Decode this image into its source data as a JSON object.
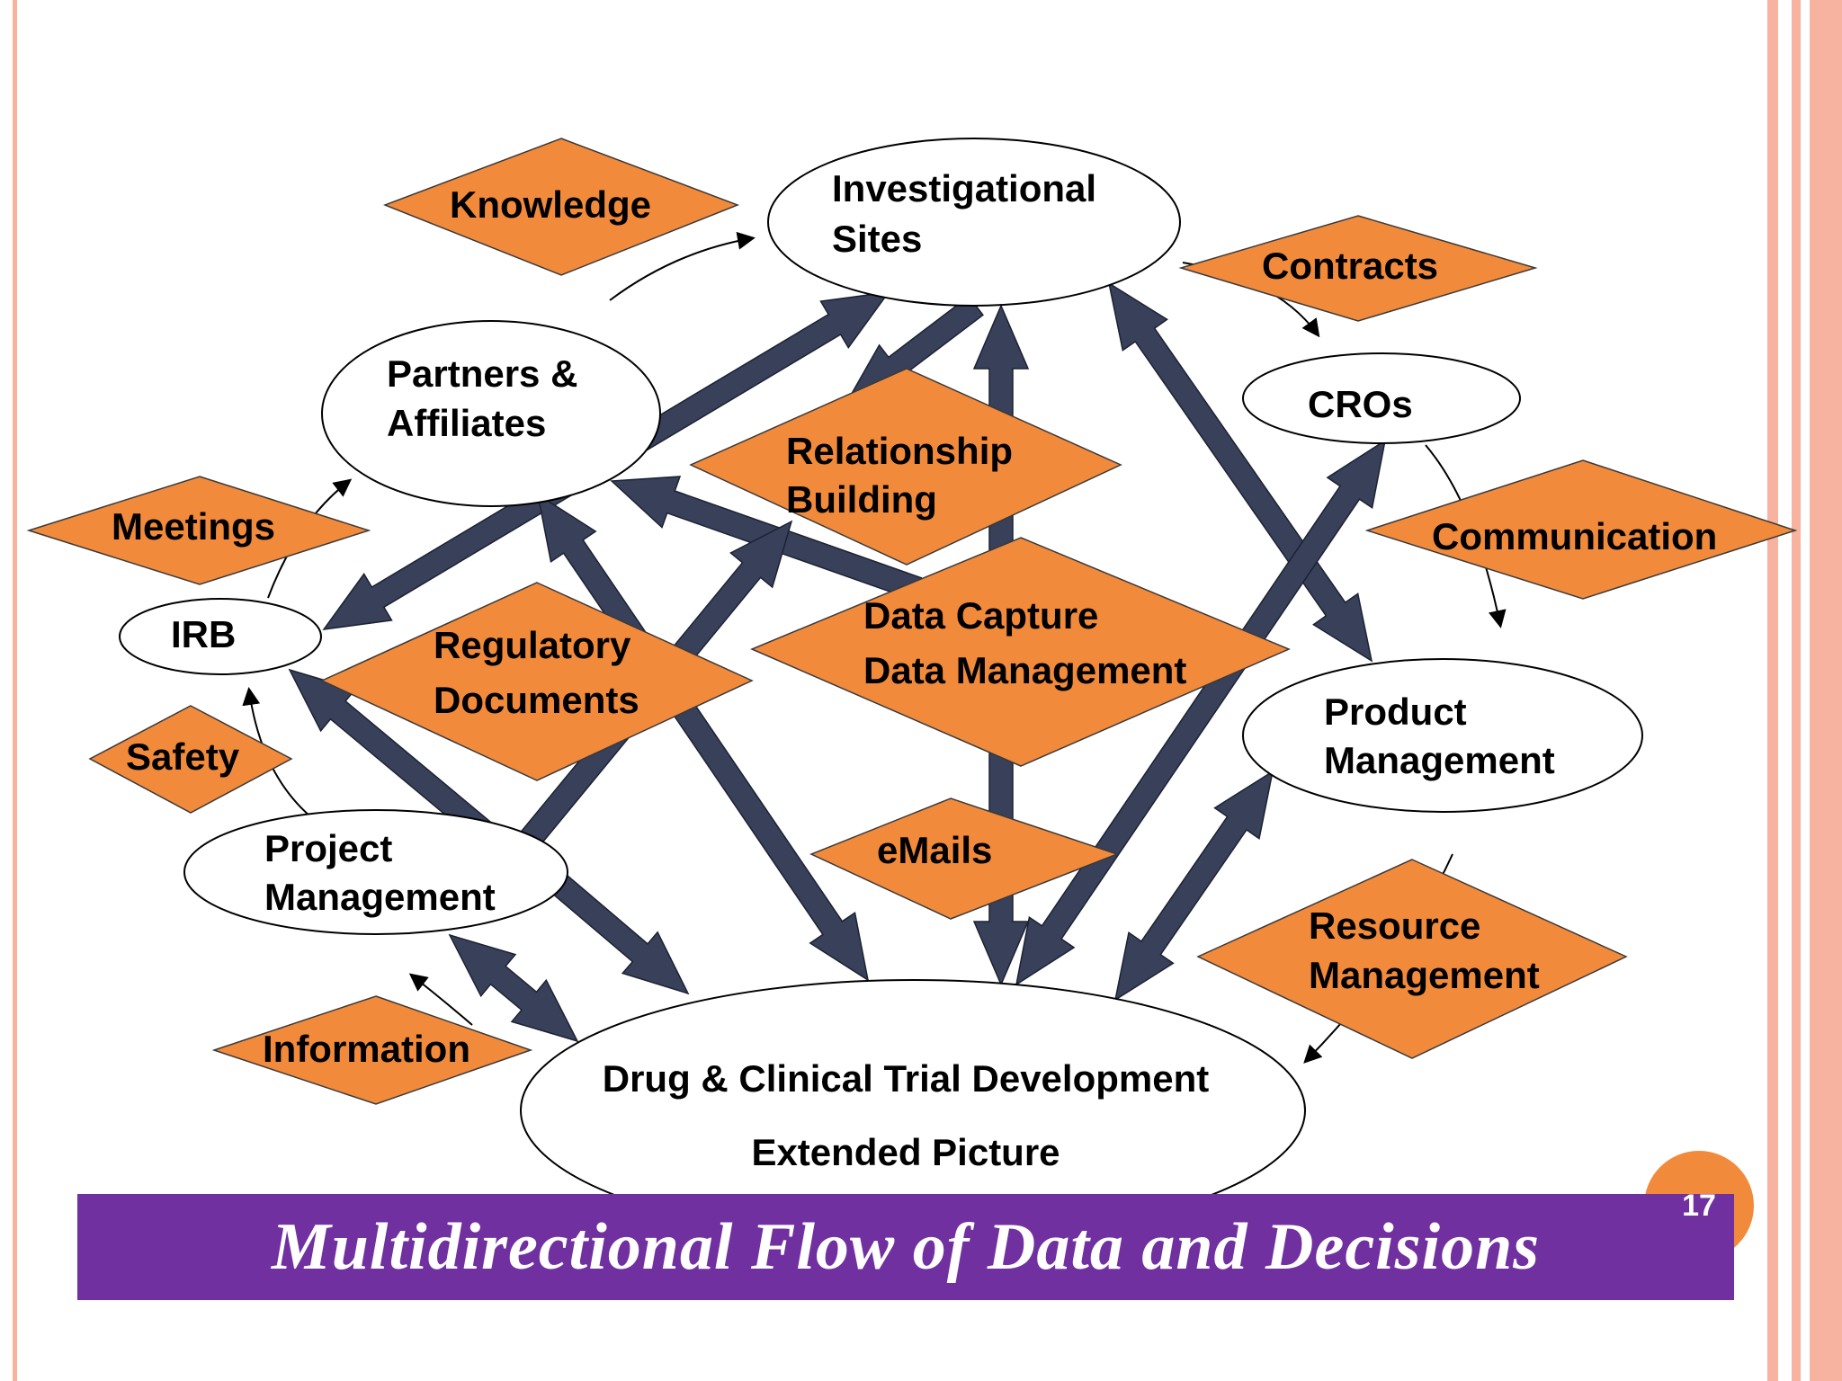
{
  "slide": {
    "title": "Multidirectional Flow of Data and Decisions",
    "page_number": "17",
    "colors": {
      "accent_orange": "#f28a3c",
      "arrow_navy": "#38405a",
      "title_purple": "#7030a0",
      "frame_salmon": "#f7b3a0"
    }
  },
  "diagram": {
    "nodes": {
      "investigational_sites": [
        "Investigational",
        "Sites"
      ],
      "partners_affiliates": [
        "Partners &",
        "Affiliates"
      ],
      "cros": [
        "CROs"
      ],
      "irb": [
        "IRB"
      ],
      "product_management": [
        "Product",
        "Management"
      ],
      "project_management": [
        "Project",
        "Management"
      ],
      "drug_development": [
        "Drug & Clinical Trial Development",
        "Extended Picture"
      ]
    },
    "diamonds": {
      "knowledge": [
        "Knowledge"
      ],
      "contracts": [
        "Contracts"
      ],
      "meetings": [
        "Meetings"
      ],
      "relationship_building": [
        "Relationship",
        "Building"
      ],
      "communication": [
        "Communication"
      ],
      "data_capture": [
        "Data Capture",
        "Data Management"
      ],
      "regulatory_documents": [
        "Regulatory",
        "Documents"
      ],
      "safety": [
        "Safety"
      ],
      "emails": [
        "eMails"
      ],
      "resource_management": [
        "Resource",
        "Management"
      ],
      "information": [
        "Information"
      ]
    }
  }
}
